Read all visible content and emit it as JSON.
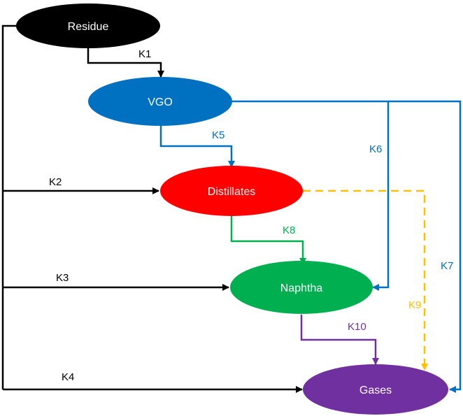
{
  "nodes": {
    "residue": {
      "label": "Residue",
      "color": "#000000"
    },
    "vgo": {
      "label": "VGO",
      "color": "#0070C0"
    },
    "distillates": {
      "label": "Distillates",
      "color": "#FF0000"
    },
    "naphtha": {
      "label": "Naphtha",
      "color": "#00B050"
    },
    "gases": {
      "label": "Gases",
      "color": "#7030A0"
    }
  },
  "edges": {
    "k1": {
      "label": "K1",
      "from": "Residue",
      "to": "VGO",
      "color": "#000000",
      "style": "solid"
    },
    "k2": {
      "label": "K2",
      "from": "Residue",
      "to": "Distillates",
      "color": "#000000",
      "style": "solid"
    },
    "k3": {
      "label": "K3",
      "from": "Residue",
      "to": "Naphtha",
      "color": "#000000",
      "style": "solid"
    },
    "k4": {
      "label": "K4",
      "from": "Residue",
      "to": "Gases",
      "color": "#000000",
      "style": "solid"
    },
    "k5": {
      "label": "K5",
      "from": "VGO",
      "to": "Distillates",
      "color": "#0070C0",
      "style": "solid"
    },
    "k6": {
      "label": "K6",
      "from": "VGO",
      "to": "Naphtha",
      "color": "#0070C0",
      "style": "solid"
    },
    "k7": {
      "label": "K7",
      "from": "VGO",
      "to": "Gases",
      "color": "#0070C0",
      "style": "solid"
    },
    "k8": {
      "label": "K8",
      "from": "Distillates",
      "to": "Naphtha",
      "color": "#00B050",
      "style": "solid"
    },
    "k9": {
      "label": "K9",
      "from": "Distillates",
      "to": "Gases",
      "color": "#FFC000",
      "style": "dashed"
    },
    "k10": {
      "label": "K10",
      "from": "Naphtha",
      "to": "Gases",
      "color": "#7030A0",
      "style": "solid"
    }
  }
}
